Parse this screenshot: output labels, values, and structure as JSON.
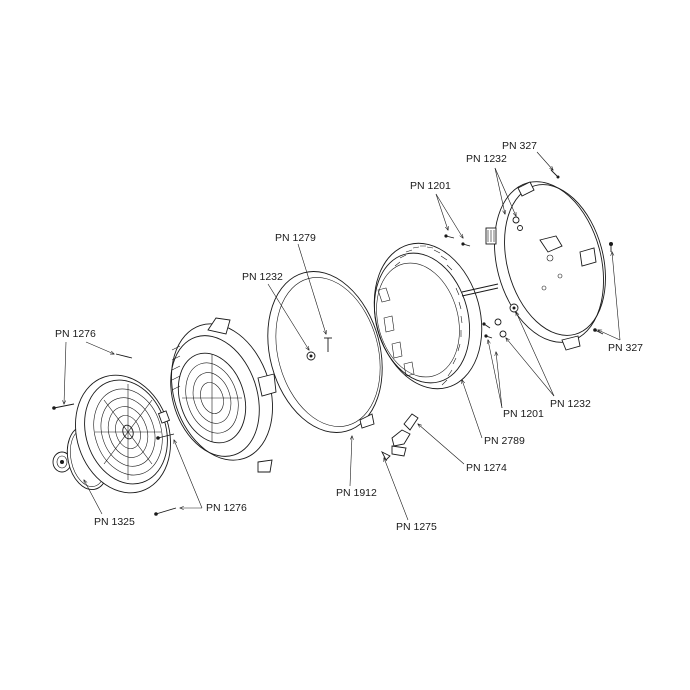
{
  "labels": {
    "pn327_top": "PN 327",
    "pn1232_top": "PN 1232",
    "pn1201_top": "PN 1201",
    "pn1279": "PN 1279",
    "pn1232_mid": "PN 1232",
    "pn1276_top": "PN 1276",
    "pn327_right": "PN 327",
    "pn1232_right": "PN 1232",
    "pn1201_right": "PN 1201",
    "pn2789": "PN 2789",
    "pn1274": "PN 1274",
    "pn1912": "PN 1912",
    "pn1275": "PN 1275",
    "pn1276_bottom": "PN 1276",
    "pn1325": "PN 1325"
  },
  "colors": {
    "ink": "#1a1a1a",
    "paper": "#ffffff"
  }
}
